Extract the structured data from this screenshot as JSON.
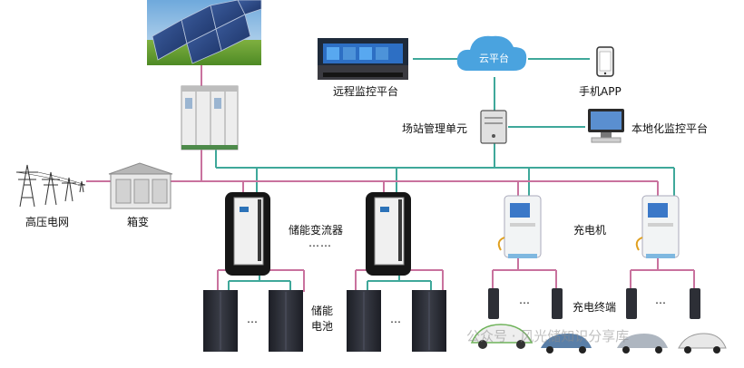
{
  "labels": {
    "cloud": "云平台",
    "remote": "远程监控平台",
    "mobile": "手机APP",
    "station_unit": "场站管理单元",
    "local_platform": "本地化监控平台",
    "grid": "高压电网",
    "transformer": "箱变",
    "pcs": "储能变流器",
    "battery_line1": "储能",
    "battery_line2": "电池",
    "charger": "充电机",
    "terminal": "充电终端"
  },
  "ellipsis": "……",
  "ellipsis_short": "…",
  "watermark": "公众号 · 风光储知识分享库",
  "colors": {
    "power_line": "#c9729e",
    "comm_line": "#3fa89a",
    "cloud": "#4aa3df",
    "server": "#dcdcdc",
    "cabinet": "#2b2d35"
  }
}
